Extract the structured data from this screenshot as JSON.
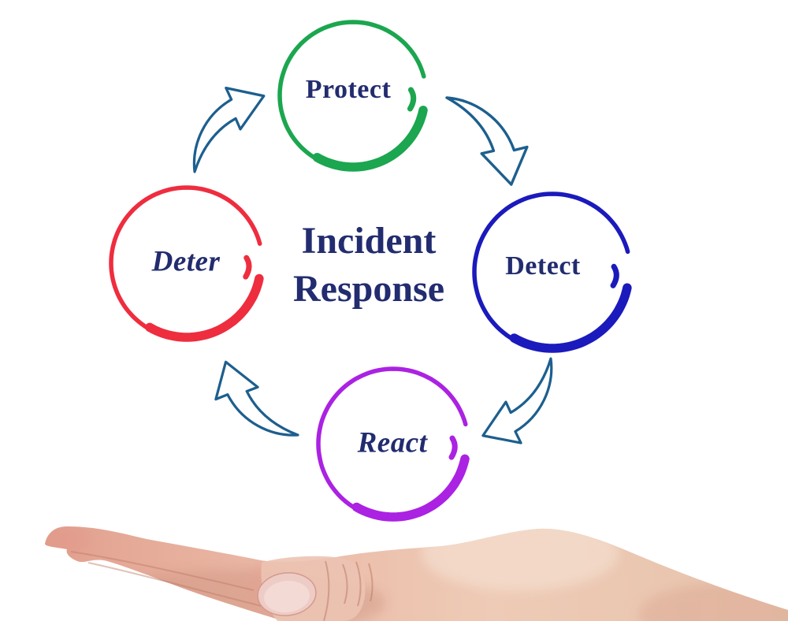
{
  "diagram": {
    "title_line1": "Incident",
    "title_line2": "Response",
    "nodes": [
      {
        "id": "protect",
        "label": "Protect",
        "color": "#1ba64f",
        "text_style": "upright"
      },
      {
        "id": "detect",
        "label": "Detect",
        "color": "#1b1abc",
        "text_style": "upright"
      },
      {
        "id": "deter",
        "label": "Deter",
        "color": "#ee2d3f",
        "text_style": "italic"
      },
      {
        "id": "react",
        "label": "React",
        "color": "#ab22e3",
        "text_style": "italic"
      }
    ],
    "arrows": [
      {
        "id": "arrow-deter-to-protect",
        "from": "Deter",
        "to": "Protect"
      },
      {
        "id": "arrow-protect-to-detect",
        "from": "Protect",
        "to": "Detect"
      },
      {
        "id": "arrow-detect-to-react",
        "from": "Detect",
        "to": "React"
      },
      {
        "id": "arrow-react-to-deter",
        "from": "React",
        "to": "Deter"
      }
    ]
  },
  "colors": {
    "background": "#ffffff",
    "text_navy": "#222c6f",
    "arrow_outline": "#1d5f8e",
    "skin_dark": "#e2a08e",
    "skin_mid": "#eab9a6",
    "skin_light": "#eecbb6",
    "skin_edge": "#e7c3ac",
    "nail_fill": "#edccc6",
    "nail_edge": "#d49a8e",
    "nail_highlight": "#f4dcd6"
  }
}
